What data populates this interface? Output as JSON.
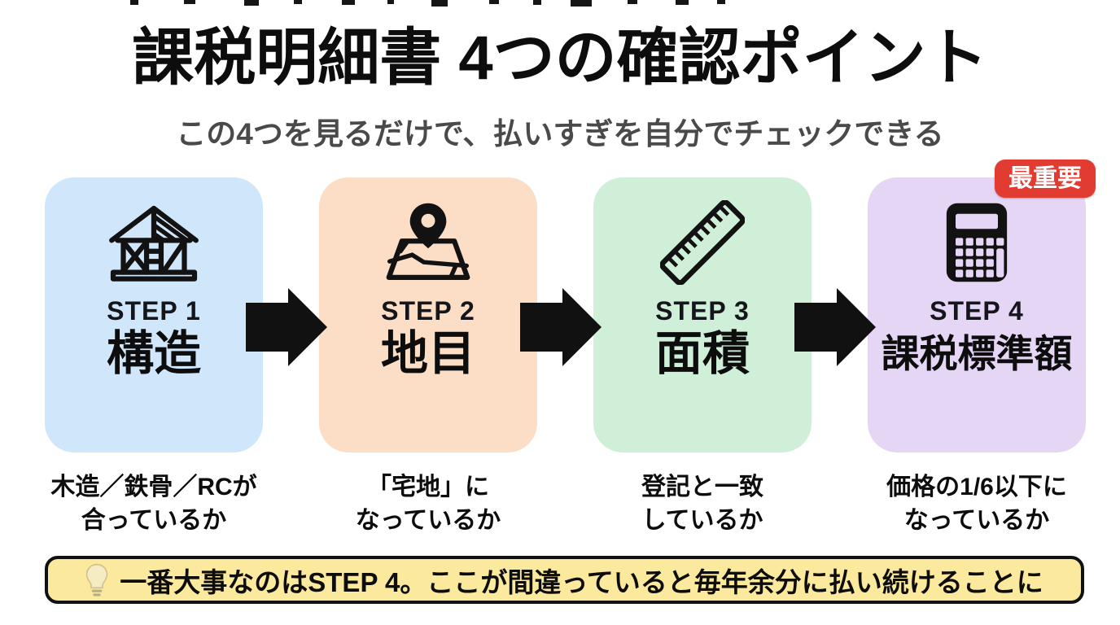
{
  "page": {
    "title": "課税明細書 4つの確認ポイント",
    "subtitle": "この4つを見るだけで、払いすぎを自分でチェックできる"
  },
  "badge": {
    "label": "最重要",
    "color": "#e23b32"
  },
  "steps": [
    {
      "step_label": "STEP 1",
      "title": "構造",
      "icon": "house-frame-icon",
      "card_color": "#d0e7fb",
      "caption_line1": "木造／鉄骨／RCが",
      "caption_line2": "合っているか"
    },
    {
      "step_label": "STEP 2",
      "title": "地目",
      "icon": "map-pin-icon",
      "card_color": "#fcdec6",
      "caption_line1": "「宅地」に",
      "caption_line2": "なっているか"
    },
    {
      "step_label": "STEP 3",
      "title": "面積",
      "icon": "ruler-icon",
      "card_color": "#cfefd8",
      "caption_line1": "登記と一致",
      "caption_line2": "しているか"
    },
    {
      "step_label": "STEP 4",
      "title": "課税標準額",
      "icon": "calculator-icon",
      "card_color": "#e5d6f6",
      "caption_line1": "価格の1/6以下に",
      "caption_line2": "なっているか"
    }
  ],
  "arrows": {
    "icon": "arrow-right-icon",
    "color": "#111111",
    "count": 3
  },
  "footer": {
    "icon": "lightbulb-icon",
    "text": "一番大事なのはSTEP 4。ここが間違っていると毎年余分に払い続けることに",
    "background_color": "#fbe99d"
  },
  "colors": {
    "text": "#0d0d0d",
    "subtitle": "#4a4a4a"
  }
}
